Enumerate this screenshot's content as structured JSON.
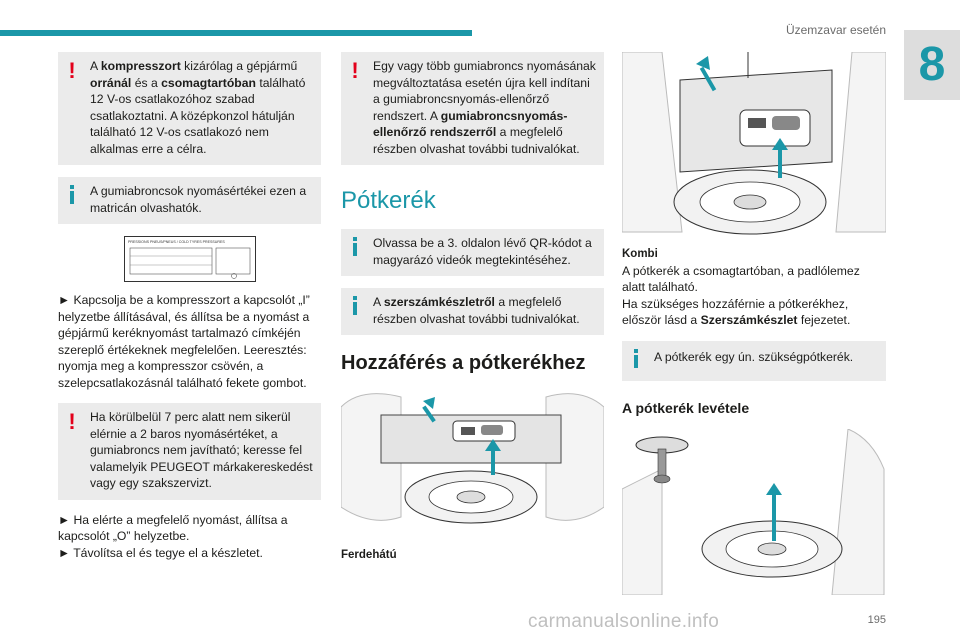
{
  "header": {
    "title": "Üzemzavar esetén",
    "chapter": "8"
  },
  "col1": {
    "warn1_pre": "A ",
    "warn1_b1": "kompresszort",
    "warn1_mid": " kizárólag a gépjármű ",
    "warn1_b2": "orránál",
    "warn1_mid2": " és a ",
    "warn1_b3": "csomagtartóban",
    "warn1_post": " található 12 V-os csatlakozóhoz szabad csatlakoztatni. A középkonzol hátulján található 12 V-os csatlakozó nem alkalmas erre a célra.",
    "info1": "A gumiabroncsok nyomásértékei ezen a matricán olvashatók.",
    "label_title": "PRESSIONS PNEUS/PNEUS / COLD TYRES PRESSURES",
    "para1": "► Kapcsolja be a kompresszort a kapcsolót „I” helyzetbe állításával, és állítsa be a nyomást a gépjármű keréknyomást tartalmazó címkéjén szereplő értékeknek megfelelően. Leeresztés: nyomja meg a kompresszor csövén, a szelepcsatlakozásnál található fekete gombot.",
    "warn2": "Ha körülbelül 7 perc alatt nem sikerül elérnie a 2 baros nyomásértéket, a gumiabroncs nem javítható; keresse fel valamelyik PEUGEOT márkakereskedést vagy egy szakszervizt.",
    "para2_a": "► Ha elérte a megfelelő nyomást, állítsa a kapcsolót „O” helyzetbe.",
    "para2_b": "► Távolítsa el és tegye el a készletet."
  },
  "col2": {
    "warn3_pre": "Egy vagy több gumiabroncs nyomásának megváltoztatása esetén újra kell indítani a gumiabroncsnyomás-ellenőrző rendszert. A ",
    "warn3_b": "gumiabroncsnyomás-ellenőrző rendszerről",
    "warn3_post": " a megfelelő részben olvashat további tudnivalókat.",
    "h1": "Pótkerék",
    "info2": "Olvassa be a 3. oldalon lévő QR-kódot a magyarázó videók megtekintéséhez.",
    "info3_pre": "A ",
    "info3_b": "szerszámkészletről",
    "info3_post": " a megfelelő részben olvashat további tudnivalókat.",
    "h2": "Hozzáférés a pótkerékhez",
    "caption": "Ferdehátú"
  },
  "col3": {
    "kombi_title": "Kombi",
    "kombi_text": "A pótkerék a csomagtartóban, a padlólemez alatt található.",
    "kombi_text2_pre": "Ha szükséges hozzáférnie a pótkerékhez, először lásd a ",
    "kombi_text2_b": "Szerszámkészlet",
    "kombi_text2_post": " fejezetet.",
    "info4": "A pótkerék egy ún. szükségpótkerék.",
    "h3": "A pótkerék levétele"
  },
  "footer": {
    "page": "195",
    "watermark": "carmanualsonline.info"
  }
}
